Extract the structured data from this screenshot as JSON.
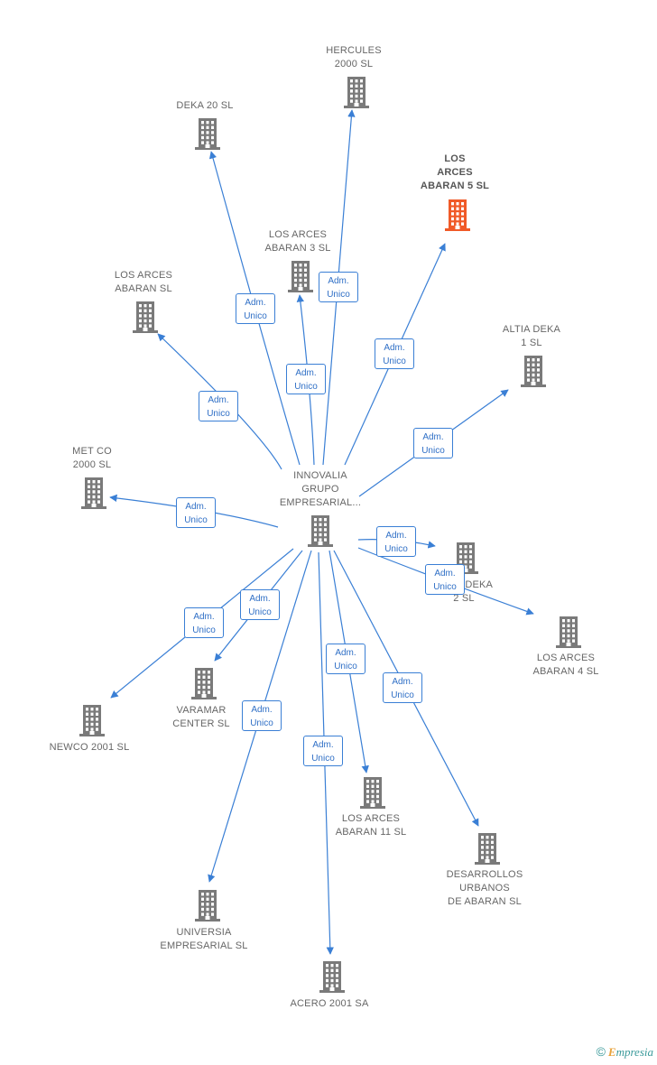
{
  "center": {
    "label": "INNOVALIA\nGRUPO\nEMPRESARIAL..."
  },
  "nodes": [
    {
      "id": "hercules",
      "label": "HERCULES\n2000 SL",
      "highlight": false
    },
    {
      "id": "deka20",
      "label": "DEKA 20 SL",
      "highlight": false
    },
    {
      "id": "arces5",
      "label": "LOS\nARCES\nABARAN 5 SL",
      "highlight": true
    },
    {
      "id": "arces3",
      "label": "LOS ARCES\nABARAN 3 SL",
      "highlight": false
    },
    {
      "id": "arces",
      "label": "LOS ARCES\nABARAN SL",
      "highlight": false
    },
    {
      "id": "altiadeka1",
      "label": "ALTIA DEKA\n1 SL",
      "highlight": false
    },
    {
      "id": "metco",
      "label": "MET CO\n2000 SL",
      "highlight": false
    },
    {
      "id": "altiadeka2",
      "label": "ALTIA DEKA\n2 SL",
      "highlight": false
    },
    {
      "id": "arces4",
      "label": "LOS ARCES\nABARAN 4 SL",
      "highlight": false
    },
    {
      "id": "varamar",
      "label": "VARAMAR\nCENTER SL",
      "highlight": false
    },
    {
      "id": "newco",
      "label": "NEWCO 2001 SL",
      "highlight": false
    },
    {
      "id": "arces11",
      "label": "LOS ARCES\nABARAN 11 SL",
      "highlight": false
    },
    {
      "id": "desarrollos",
      "label": "DESARROLLOS\nURBANOS\nDE ABARAN SL",
      "highlight": false
    },
    {
      "id": "universia",
      "label": "UNIVERSIA\nEMPRESARIAL SL",
      "highlight": false
    },
    {
      "id": "acero",
      "label": "ACERO 2001 SA",
      "highlight": false
    }
  ],
  "edge_label": "Adm.\nUnico",
  "colors": {
    "edge": "#3a7fd5",
    "building": "#7a7a7a",
    "building_highlight": "#f05a28"
  },
  "footer": {
    "copyright": "©",
    "brand_initial": "E",
    "brand_rest": "mpresia"
  }
}
